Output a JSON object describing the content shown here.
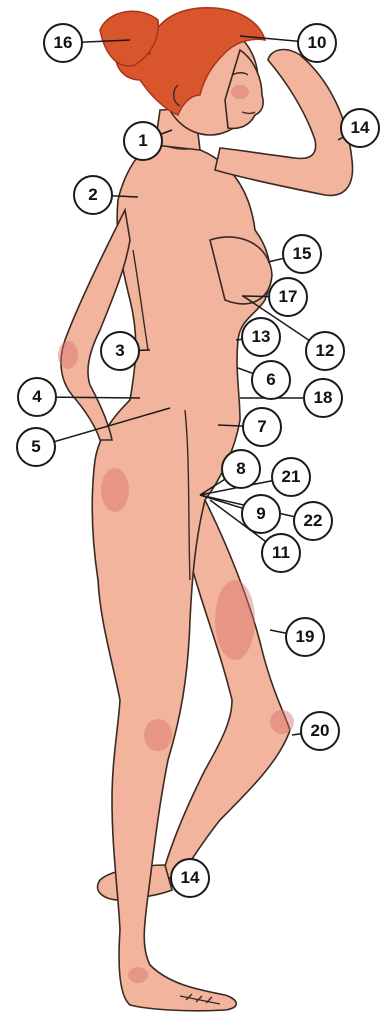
{
  "colors": {
    "skin": "#f2b49c",
    "skin_shade": "#e39a82",
    "blush": "#d9706c",
    "outline": "#3a2a22",
    "hair": "#d9552b",
    "hair_dark": "#a8341a",
    "leader": "#1a1a1a"
  },
  "labels": [
    {
      "id": "l1",
      "text": "1"
    },
    {
      "id": "l2",
      "text": "2"
    },
    {
      "id": "l3",
      "text": "3"
    },
    {
      "id": "l4",
      "text": "4"
    },
    {
      "id": "l5",
      "text": "5"
    },
    {
      "id": "l6",
      "text": "6"
    },
    {
      "id": "l7",
      "text": "7"
    },
    {
      "id": "l8",
      "text": "8"
    },
    {
      "id": "l9",
      "text": "9"
    },
    {
      "id": "l10",
      "text": "10"
    },
    {
      "id": "l11",
      "text": "11"
    },
    {
      "id": "l12",
      "text": "12"
    },
    {
      "id": "l13",
      "text": "13"
    },
    {
      "id": "l14a",
      "text": "14"
    },
    {
      "id": "l14b",
      "text": "14"
    },
    {
      "id": "l15",
      "text": "15"
    },
    {
      "id": "l16",
      "text": "16"
    },
    {
      "id": "l17",
      "text": "17"
    },
    {
      "id": "l18",
      "text": "18"
    },
    {
      "id": "l19",
      "text": "19"
    },
    {
      "id": "l20",
      "text": "20"
    },
    {
      "id": "l21",
      "text": "21"
    },
    {
      "id": "l22",
      "text": "22"
    }
  ]
}
